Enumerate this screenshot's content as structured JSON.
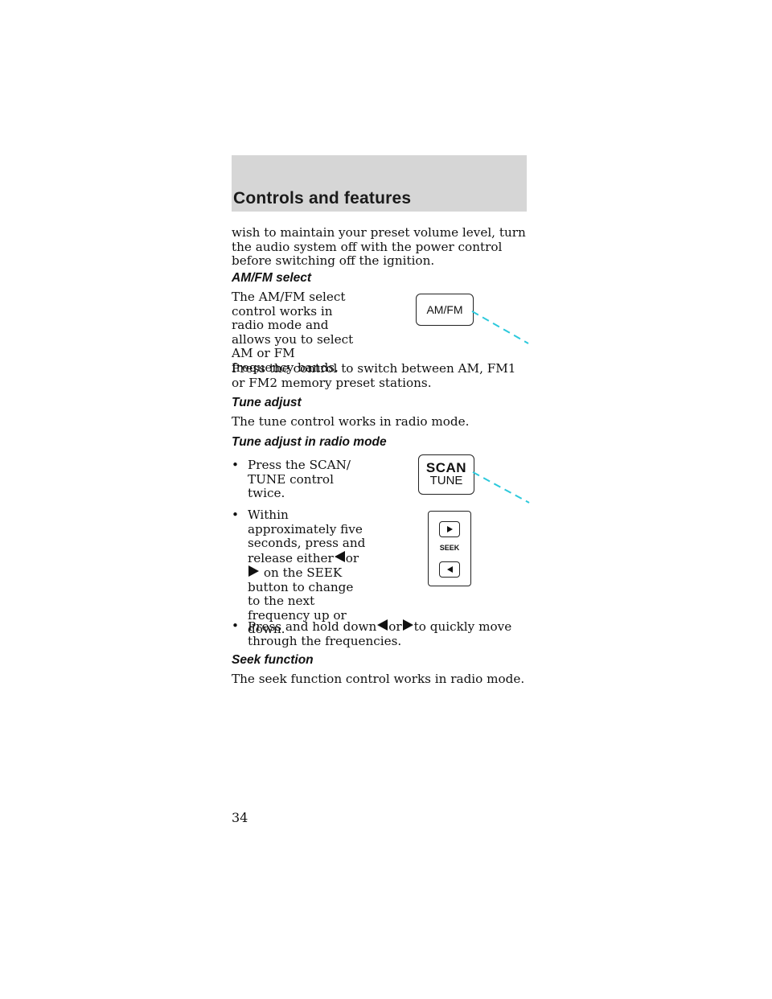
{
  "header": {
    "title": "Controls and features"
  },
  "intro": {
    "text": "wish to maintain your preset volume level, turn the audio system off with the power control before switching off the ignition."
  },
  "amfm": {
    "heading": "AM/FM select",
    "desc": "The AM/FM select control works in radio mode and allows you to select AM or FM frequency bands.",
    "press": "Press the control to switch between AM, FM1 or FM2 memory preset stations.",
    "button_label": "AM/FM"
  },
  "tune": {
    "heading": "Tune adjust",
    "desc": "The tune control works in radio mode.",
    "radio_heading": "Tune adjust in radio mode",
    "bullet1": "Press the SCAN/ TUNE control twice.",
    "bullet2_a": "Within approximately five seconds, press and release either",
    "bullet2_or": "or",
    "bullet2_b": "on the SEEK button to change to the next frequency up or down.",
    "bullet3_a": "Press and hold down",
    "bullet3_or": "or",
    "bullet3_b": "to quickly move through the frequencies.",
    "scan_label": "SCAN",
    "tune_label": "TUNE",
    "seek_label": "SEEK"
  },
  "seek": {
    "heading": "Seek function",
    "desc": "The seek function control works in radio mode."
  },
  "page_number": "34",
  "colors": {
    "header_band": "#d6d6d6",
    "leader_line": "#2cc9dc"
  }
}
